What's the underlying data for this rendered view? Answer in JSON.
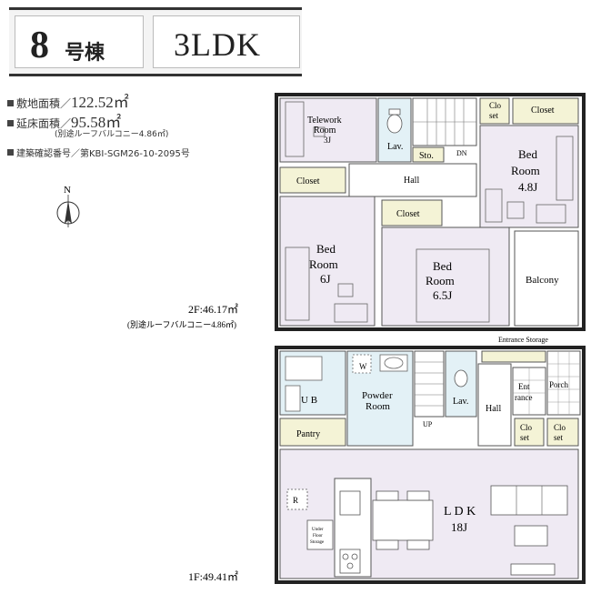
{
  "header": {
    "building_number": "8",
    "building_suffix": "号棟",
    "layout_type": "3LDK"
  },
  "info": {
    "site_area_label": "敷地面積／",
    "site_area_value": "122.52㎡",
    "floor_area_label": "延床面積／",
    "floor_area_value": "95.58㎡",
    "floor_area_note": "(別途ルーフバルコニー4.86㎡)",
    "permit_label": "建築確認番号／",
    "permit_value": "第KBI-SGM26-10-2095号"
  },
  "compass": {
    "north": "N"
  },
  "floor2": {
    "area_label": "2F:46.17㎡",
    "area_note": "(別途ルーフバルコニー4.86㎡)",
    "telework_line1": "Telework",
    "telework_line2": "Room",
    "telework_size": "3J",
    "lav": "Lav.",
    "sto": "Sto.",
    "dn": "DN",
    "closet_top_small_line1": "Clo",
    "closet_top_small_line2": "set",
    "closet_top": "Closet",
    "bed48_line1": "Bed",
    "bed48_line2": "Room",
    "bed48_size": "4.8J",
    "hall": "Hall",
    "closet_left": "Closet",
    "closet_center": "Closet",
    "bed6_line1": "Bed",
    "bed6_line2": "Room",
    "bed6_size": "6J",
    "bed65_line1": "Bed",
    "bed65_line2": "Room",
    "bed65_size": "6.5J",
    "balcony": "Balcony"
  },
  "floor1": {
    "area_label": "1F:49.41㎡",
    "entrance_storage": "Entrance Storage",
    "w_mark": "W",
    "ub": "U B",
    "powder_line1": "Powder",
    "powder_line2": "Room",
    "lav": "Lav.",
    "up": "UP",
    "hall": "Hall",
    "ent_line1": "Ent",
    "ent_line2": "rance",
    "porch": "Porch",
    "pantry": "Pantry",
    "clo1_line1": "Clo",
    "clo1_line2": "set",
    "clo2_line1": "Clo",
    "clo2_line2": "set",
    "ldk": "L D K",
    "ldk_size": "18J",
    "r_mark": "R",
    "underfloor_line1": "Under",
    "underfloor_line2": "Floor",
    "underfloor_line3": "Storage"
  },
  "colors": {
    "room_fill": "#efeaf3",
    "closet_fill": "#f4f3d6",
    "water_fill": "#e3f1f6",
    "wall": "#222222"
  }
}
